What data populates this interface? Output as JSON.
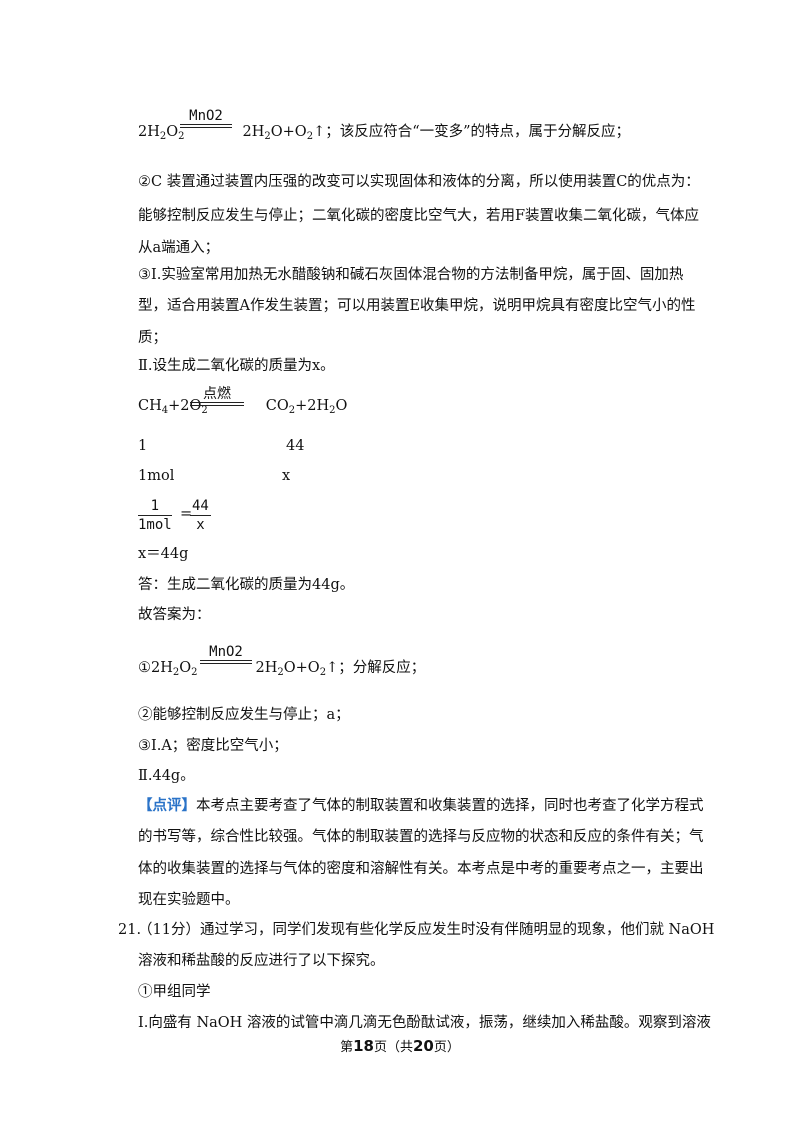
{
  "eq1": {
    "left": "2H",
    "left_sub": "2",
    "left2": "O",
    "left2_sub": "2",
    "condition": "MnO2",
    "right": "2H",
    "right_sub": "2",
    "right2": "O+O",
    "right2_sub": "2",
    "tail": "↑；该反应符合“一变多”的特点，属于分解反应；"
  },
  "p2": [
    "②C 装置通过装置内压强的改变可以实现固体和液体的分离，所以使用装置C的优点为：",
    "能够控制反应发生与停止；二氧化碳的密度比空气大，若用F装置收集二氧化碳，气体应",
    "从a端通入；"
  ],
  "p3": [
    "③Ⅰ.实验室常用加热无水醋酸钠和碱石灰固体混合物的方法制备甲烷，属于固、固加热",
    "型，适合用装置A作发生装置；可以用装置E收集甲烷，说明甲烷具有密度比空气小的性",
    "质；"
  ],
  "p4": "Ⅱ.设生成二氧化碳的质量为x。",
  "eq2": {
    "left": "CH",
    "left_sub": "4",
    "left2": "+2O",
    "left2_sub": "2",
    "condition": "点燃",
    "right": "CO",
    "right_sub": "2",
    "right2": "+2H",
    "right2_sub": "2",
    "right3": "O"
  },
  "ratio_row1": {
    "a": "1",
    "b": "44"
  },
  "ratio_row2": {
    "a": "1mol",
    "b": "x"
  },
  "fraction": {
    "n1": "1",
    "d1": "1mol",
    "eq": "=",
    "n2": "44",
    "d2": "x"
  },
  "result": "x＝44g",
  "answer_line": "答：生成二氧化碳的质量为44g。",
  "answer_head": "故答案为：",
  "ans1": {
    "prefix": "①",
    "left": "2H",
    "left_sub": "2",
    "left2": "O",
    "left2_sub": "2",
    "condition": "MnO2",
    "right": "2H",
    "right_sub": "2",
    "right2": "O+O",
    "right2_sub": "2",
    "tail": "↑；分解反应；"
  },
  "ans2": "②能够控制反应发生与停止；a；",
  "ans3": "③Ⅰ.A；密度比空气小；",
  "ans4": "Ⅱ.44g。",
  "comment": {
    "tag": "【点评】",
    "lines": [
      "本考点主要考查了气体的制取装置和收集装置的选择，同时也考查了化学方程式",
      "的书写等，综合性比较强。气体的制取装置的选择与反应物的状态和反应的条件有关；气",
      "体的收集装置的选择与气体的密度和溶解性有关。本考点是中考的重要考点之一，主要出",
      "现在实验题中。"
    ]
  },
  "q21": {
    "number": "21.",
    "lines": [
      "（11分）通过学习，同学们发现有些化学反应发生时没有伴随明显的现象，他们就 NaOH",
      "溶液和稀盐酸的反应进行了以下探究。"
    ],
    "sub1": "①甲组同学",
    "sub1_text": "Ⅰ.向盛有 NaOH 溶液的试管中滴几滴无色酚酞试液，振荡，继续加入稀盐酸。观察到溶液"
  },
  "footer": {
    "pre": "第",
    "page": "18",
    "mid": "页（共",
    "total": "20",
    "post": "页）"
  }
}
